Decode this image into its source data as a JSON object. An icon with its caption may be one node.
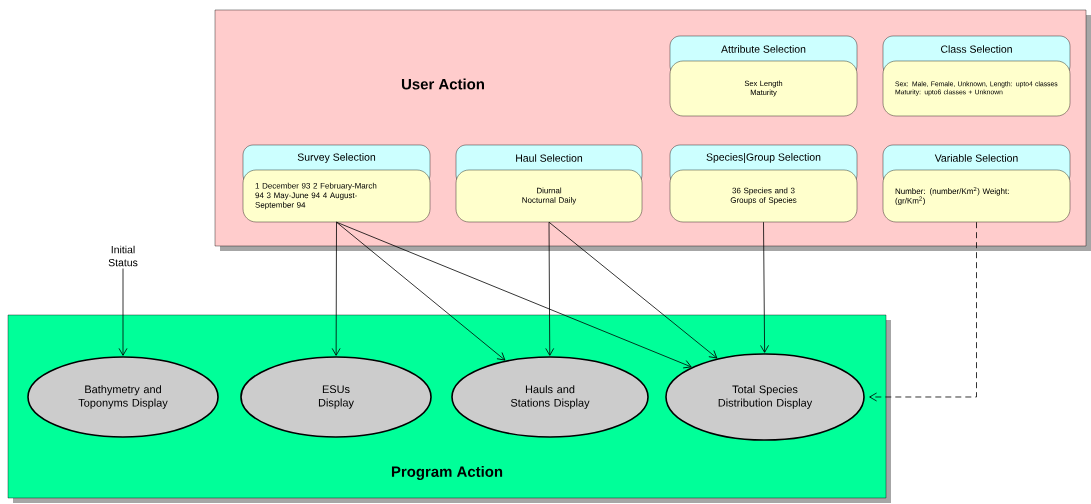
{
  "diagram": {
    "nodes": [
      {
        "text": [
          "User Action"
        ]
      },
      {
        "text": [
          "Attribute Selection",
          "Sex Length Maturity"
        ],
        "in": 0
      },
      {
        "text": [
          "Class Selection",
          "Sex: Male, Female, Unknown, Length: upto4 classes Maturity: upto6 classes + Unknown"
        ],
        "in": 0
      },
      {
        "text": [
          "Survey Selection",
          "1 December 93 2 February-March 94 3 May-June 94 4 August-September 94"
        ],
        "in": 0
      },
      {
        "text": [
          "Haul Selection",
          "Diurnal Nocturnal Daily"
        ],
        "in": 0
      },
      {
        "text": [
          "Species|Group Selection",
          "36 Species and 3 Groups of Species"
        ],
        "in": 0
      },
      {
        "text": [
          "Variable Selection",
          "Number: (number/Km$^{2}$) Weight: (gr/Km$^{2}$)"
        ],
        "in": 0
      },
      {
        "text": [
          "Program Action"
        ]
      },
      {
        "text": [
          "Initial Status"
        ]
      },
      {
        "text": [
          "Bathymetry and Toponyms Display"
        ],
        "in": 7
      },
      {
        "text": [
          "ESUs Display"
        ],
        "in": 7
      },
      {
        "text": [
          "Hauls and Stations Display"
        ],
        "in": 7
      },
      {
        "text": [
          "Total Species Distribution Display"
        ],
        "in": 7
      }
    ],
    "edges": [
      {
        "from": 8,
        "to": 9,
        "arrow": "to"
      },
      {
        "from": 3,
        "to": 10,
        "arrow": "to"
      },
      {
        "from": 3,
        "to": 11,
        "arrow": "to"
      },
      {
        "from": 3,
        "to": 12,
        "arrow": "to"
      },
      {
        "from": 4,
        "to": 11,
        "arrow": "to"
      },
      {
        "from": 4,
        "to": 12,
        "arrow": "to"
      },
      {
        "from": 5,
        "to": 12,
        "arrow": "to"
      },
      {
        "from": 6,
        "to": 12,
        "arrow": "to",
        "style": "dashed"
      }
    ]
  }
}
